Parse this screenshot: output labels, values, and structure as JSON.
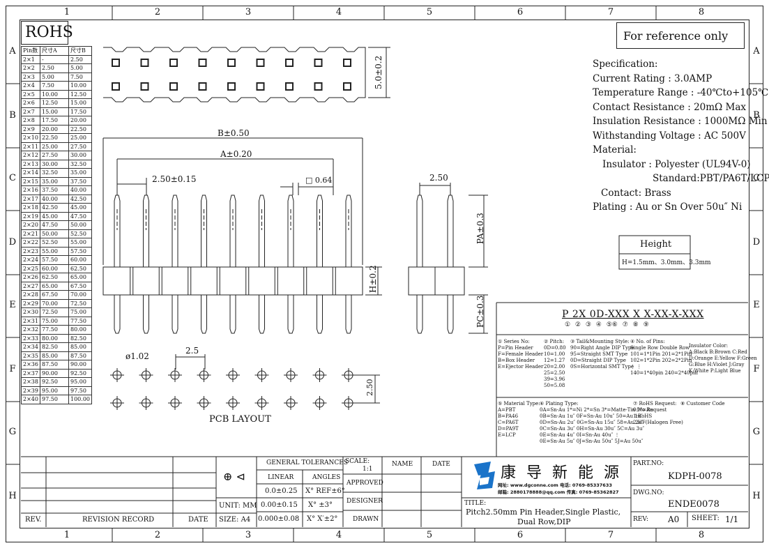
{
  "zones": {
    "columns": [
      "1",
      "2",
      "3",
      "4",
      "5",
      "6",
      "7",
      "8"
    ],
    "rows": [
      "A",
      "B",
      "C",
      "D",
      "E",
      "F",
      "G",
      "H"
    ]
  },
  "header": {
    "rohs": "ROHS",
    "reference": "For reference only"
  },
  "pin_table": {
    "headers": [
      "Pin数",
      "尺寸A",
      "尺寸B"
    ],
    "rows": [
      [
        "2×1",
        "-",
        "2.50"
      ],
      [
        "2×2",
        "2.50",
        "5.00"
      ],
      [
        "2×3",
        "5.00",
        "7.50"
      ],
      [
        "2×4",
        "7.50",
        "10.00"
      ],
      [
        "2×5",
        "10.00",
        "12.50"
      ],
      [
        "2×6",
        "12.50",
        "15.00"
      ],
      [
        "2×7",
        "15.00",
        "17.50"
      ],
      [
        "2×8",
        "17.50",
        "20.00"
      ],
      [
        "2×9",
        "20.00",
        "22.50"
      ],
      [
        "2×10",
        "22.50",
        "25.00"
      ],
      [
        "2×11",
        "25.00",
        "27.50"
      ],
      [
        "2×12",
        "27.50",
        "30.00"
      ],
      [
        "2×13",
        "30.00",
        "32.50"
      ],
      [
        "2×14",
        "32.50",
        "35.00"
      ],
      [
        "2×15",
        "35.00",
        "37.50"
      ],
      [
        "2×16",
        "37.50",
        "40.00"
      ],
      [
        "2×17",
        "40.00",
        "42.50"
      ],
      [
        "2×18",
        "42.50",
        "45.00"
      ],
      [
        "2×19",
        "45.00",
        "47.50"
      ],
      [
        "2×20",
        "47.50",
        "50.00"
      ],
      [
        "2×21",
        "50.00",
        "52.50"
      ],
      [
        "2×22",
        "52.50",
        "55.00"
      ],
      [
        "2×23",
        "55.00",
        "57.50"
      ],
      [
        "2×24",
        "57.50",
        "60.00"
      ],
      [
        "2×25",
        "60.00",
        "62.50"
      ],
      [
        "2×26",
        "62.50",
        "65.00"
      ],
      [
        "2×27",
        "65.00",
        "67.50"
      ],
      [
        "2×28",
        "67.50",
        "70.00"
      ],
      [
        "2×29",
        "70.00",
        "72.50"
      ],
      [
        "2×30",
        "72.50",
        "75.00"
      ],
      [
        "2×31",
        "75.00",
        "77.50"
      ],
      [
        "2×32",
        "77.50",
        "80.00"
      ],
      [
        "2×33",
        "80.00",
        "82.50"
      ],
      [
        "2×34",
        "82.50",
        "85.00"
      ],
      [
        "2×35",
        "85.00",
        "87.50"
      ],
      [
        "2×36",
        "87.50",
        "90.00"
      ],
      [
        "2×37",
        "90.00",
        "92.50"
      ],
      [
        "2×38",
        "92.50",
        "95.00"
      ],
      [
        "2×39",
        "95.00",
        "97.50"
      ],
      [
        "2×40",
        "97.50",
        "100.00"
      ]
    ]
  },
  "dimensions": {
    "top_height": "5.0±0.2",
    "b": "B±0.50",
    "a": "A±0.20",
    "pitch": "2.50±0.15",
    "square": "□ 0.64",
    "side_pitch": "2.50",
    "pa": "PA±0.3",
    "h": "H±0.2",
    "pc": "PC±0.3",
    "hole": "ø1.02",
    "pcb_pitch": "2.5",
    "pcb_row": "2.50",
    "pcb_layout": "PCB LAYOUT"
  },
  "specification": {
    "lines": [
      "Specification:",
      "Current Rating : 3.0AMP",
      "Temperature Range : -40℃to+105℃",
      "Contact Resistance : 20mΩ Max",
      "Insulation Resistance : 1000MΩ Min",
      "Withstanding Voltage : AC 500V",
      "Material:",
      "Insulator : Polyester (UL94V-0)",
      "Standard:PBT/PA6T/LCP",
      "Contact: Brass",
      "Plating : Au or Sn Over 50u″ Ni"
    ]
  },
  "height_box": {
    "title": "Height",
    "value": "H=1.5mm、3.0mm、3.3mm"
  },
  "part_code": {
    "code": "P 2X 0D-XXX X X-XX-X-XXX",
    "markers": [
      "①",
      "②",
      "③",
      "④",
      "⑤⑥",
      "⑦",
      "⑧",
      "⑨"
    ],
    "series": [
      "① Series No:",
      "P=Pin Header",
      "F=Female Header",
      "B=Box Header",
      "E=Ejector Header"
    ],
    "pitch": [
      "② Pitch:",
      "0D=0.80",
      "10=1.00",
      "12=1.27",
      "20=2.00",
      "25=2.50",
      "39=3.96",
      "50=5.08"
    ],
    "tail": [
      "③ Tail&Mounting Style:",
      "90=Right Angle DIP Type",
      "95=Straight SMT Type",
      "0D=Straight DIP Type",
      "0S=Horizontal SMT Type"
    ],
    "pins": [
      "④ No. of Pins:",
      "Single Row  Double Row",
      "101=1*1Pin   201=2*1Pin",
      "102=1*2Pin   202=2*2Pin",
      "⋮              ⋮",
      "140=1*40pin  240=2*40pin"
    ],
    "color": [
      "Insulator Color:",
      "A:Black  B:Brown  C:Red",
      "D:Orange E:Yellow F:Green",
      "G:Blue   H:Violet J:Gray",
      "K:White  P:Light Blue"
    ],
    "material": [
      "⑤ Material Type:",
      "A=PBT",
      "B=PA46",
      "C=PA6T",
      "D=PA9T",
      "E=LCP"
    ],
    "plating": [
      "⑥ Plating Type:",
      "0A=Sn-Au 1*=Ni 2*=Sn 3*=Matte-Tin 5*=Au",
      "0B=Sn-Au 1u″ 0F=Sn-Au 10u″  50=Au 1u″",
      "0D=Sn-Au 2u″ 0G=Sn-Au 15u″  58=Au 2u″",
      "0C=Sn-Au 3u″ 0H=Sn-Au 30u″  5C=Au 3u″",
      "0E=Sn-Au 4u″ 0I=Sn-Au 40u″    ⋮",
      "0E=Sn-Au 5u″ 0J=Sn-Au 50u″  5J=Au 50u″"
    ],
    "rohs": [
      "⑦ RoHS Request:",
      "0:No Request",
      "1:RoHS",
      "2:HF(Halogen Free)"
    ],
    "customer": "⑧ Customer Code"
  },
  "title_block": {
    "general_tolerances": "GENERAL TOLERANCES",
    "linear": "LINEAR",
    "angles": "ANGLES",
    "linear_values": [
      "0.0±0.25",
      "0.00±0.15",
      "0.000±0.08"
    ],
    "angle_values": [
      "X° REF±6°",
      "X° ±3°",
      "X° X′±2°"
    ],
    "unit": "UNIT: MM",
    "size": "SIZE: A4",
    "scale_label": "SCALE:",
    "scale": "1:1",
    "approved": "APPROVED",
    "designer": "DESIGNER",
    "drawn": "DRAWN",
    "name": "NAME",
    "date": "DATE",
    "rev_label": "REV.",
    "revision_record": "REVISION RECORD",
    "rev_date": "DATE",
    "company": "康 导 新 能 源",
    "web": "网址: www.dgconne.com   电话: 0769-85337633",
    "mail": "邮箱: 2880178888@qq.com  传真: 0769-85362827",
    "title_label": "TITLE:",
    "title_line1": "Pitch2.50mm Pin Header,Single Plastic,",
    "title_line2": "Dual Row,DIP",
    "part_no_label": "PART.NO:",
    "part_no": "KDPH-0078",
    "dwg_no_label": "DWG.NO:",
    "dwg_no": "ENDE0078",
    "rev": "REV:",
    "rev_value": "A0",
    "sheet": "SHEET:",
    "sheet_value": "1/1"
  }
}
